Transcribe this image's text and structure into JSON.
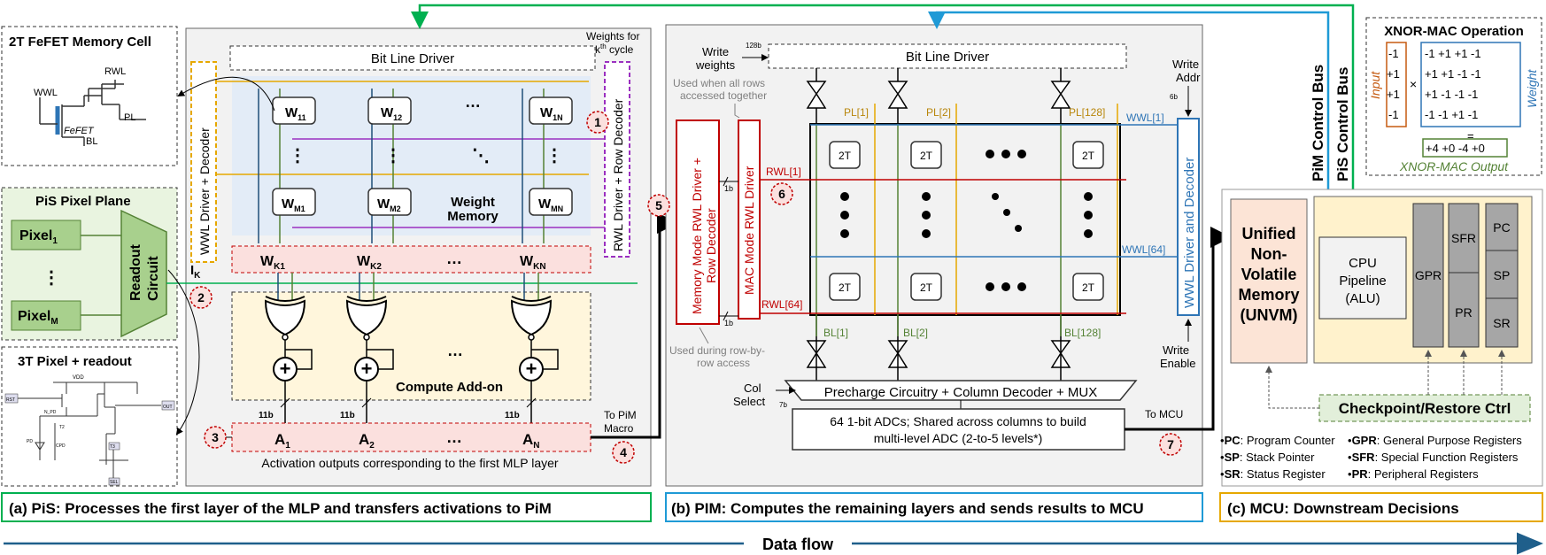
{
  "pis": {
    "fefet_title": "2T FeFET Memory Cell",
    "fefet_rwl": "RWL",
    "fefet_wwl": "WWL",
    "fefet_pl": "PL",
    "fefet_bl": "BL",
    "fefet_label": "FeFET",
    "pixel_plane_title": "PiS Pixel Plane",
    "pixel1_base": "Pixel",
    "pixel1_sub": "1",
    "pixelM_base": "Pixel",
    "pixelM_sub": "M",
    "readout_line1": "Readout",
    "readout_line2": "Circuit",
    "pixel_dots": "⋮",
    "pixel3t_title": "3T Pixel + readout",
    "px_vdd": "VDD",
    "px_rst": "RST",
    "px_npd": "N_PD",
    "px_t2": "T2",
    "px_pd": "PD",
    "px_cpd": "CPD",
    "px_out": "OUT",
    "px_t3": "T3",
    "px_sel": "SEL",
    "bit_line_driver": "Bit Line Driver",
    "weights_for_line1": "Weights for",
    "weights_for_k": "k",
    "weights_for_th": "th",
    "weights_for_rest": " cycle",
    "wwl_driver": "WWL Driver + Decoder",
    "rwl_driver": "RWL Driver + Row Decoder",
    "ik_base": "I",
    "ik_sub": "K",
    "weight_memory_line1": "Weight",
    "weight_memory_line2": "Memory",
    "w11": "W",
    "w11_sub": "11",
    "w12": "W",
    "w12_sub": "12",
    "w1n": "W",
    "w1n_sub": "1N",
    "wm1": "W",
    "wm1_sub": "M1",
    "wm2": "W",
    "wm2_sub": "M2",
    "wmn": "W",
    "wmn_sub": "MN",
    "dots_h": "…",
    "dots_v": "⋮",
    "dots_d": "⋱",
    "wk1": "W",
    "wk1_sub": "K1",
    "wk2": "W",
    "wk2_sub": "K2",
    "wkn": "W",
    "wkn_sub": "KN",
    "compute_addon": "Compute Add-on",
    "bits": "11b",
    "a1": "A",
    "a1_sub": "1",
    "a2": "A",
    "a2_sub": "2",
    "an": "A",
    "an_sub": "N",
    "to_pim_line1": "To PiM",
    "to_pim_line2": "Macro",
    "activation_caption": "Activation outputs corresponding to the first MLP layer",
    "section_label": "(a) PiS: Processes the first layer of the MLP and transfers activations to PiM"
  },
  "pim": {
    "write_weights_line1": "Write",
    "write_weights_line2": "weights",
    "bits_128": "128b",
    "bit_line_driver": "Bit Line Driver",
    "used_all_line1": "Used when all rows",
    "used_all_line2": "accessed together",
    "memory_mode": "Memory Mode RWL Driver + Row Decoder",
    "mac_mode": "MAC Mode RWL Driver",
    "bits_1b": "1b",
    "used_row_line1": "Used during row-by-",
    "used_row_line2": "row access",
    "pl1": "PL[1]",
    "pl2": "PL[2]",
    "pl128": "PL[128]",
    "wwl1": "WWL[1]",
    "wwl64": "WWL[64]",
    "rwl1": "RWL[1]",
    "rwl64": "RWL[64]",
    "bl1": "BL[1]",
    "bl2": "BL[2]",
    "bl128": "BL[128]",
    "cell": "2T",
    "write_addr_line1": "Write",
    "write_addr_line2": "Addr",
    "bits_6b": "6b",
    "wwl_driver": "WWL Driver and Decoder",
    "write_enable_line1": "Write",
    "write_enable_line2": "Enable",
    "col_select_line1": "Col",
    "col_select_line2": "Select",
    "bits_7b": "7b",
    "precharge": "Precharge Circuitry + Column Decoder + MUX",
    "adc_line1": "64 1-bit ADCs; Shared across columns to build",
    "adc_line2": "multi-level ADC (2-to-5 levels*)",
    "to_mcu": "To MCU",
    "section_label": "(b) PIM: Computes the remaining layers and sends results to MCU"
  },
  "mcu": {
    "pim_bus": "PiM Control Bus",
    "pis_bus": "PiS Control Bus",
    "xnor_title": "XNOR-MAC Operation",
    "input_label": "Input",
    "weight_label": "Weight",
    "output_label": "XNOR-MAC Output",
    "input_vec": [
      "-1",
      "+1",
      "+1",
      "-1"
    ],
    "weight_rows": [
      "-1 +1 +1 -1",
      "+1 +1 -1 -1",
      "+1 -1 -1 -1",
      "-1 -1 +1 -1"
    ],
    "times": "×",
    "equals": "=",
    "output_vec": "+4 +0 -4 +0",
    "unvm_lines": [
      "Unified",
      "Non-",
      "Volatile",
      "Memory",
      "(UNVM)"
    ],
    "cpu_lines": [
      "CPU",
      "Pipeline",
      "(ALU)"
    ],
    "gpr": "GPR",
    "sfr": "SFR",
    "pr": "PR",
    "pc": "PC",
    "sp": "SP",
    "sr": "SR",
    "checkpoint": "Checkpoint/Restore Ctrl",
    "legend": [
      {
        "abbr": "PC",
        "text": ": Program Counter"
      },
      {
        "abbr": "SP",
        "text": ": Stack Pointer"
      },
      {
        "abbr": "SR",
        "text": ": Status Register"
      },
      {
        "abbr": "GPR",
        "text": ": General Purpose Registers"
      },
      {
        "abbr": "SFR",
        "text": ": Special Function Registers"
      },
      {
        "abbr": "PR",
        "text": ": Peripheral Registers"
      }
    ],
    "bullet": "•",
    "section_label": "(c) MCU: Downstream Decisions"
  },
  "steps": [
    "1",
    "2",
    "3",
    "4",
    "5",
    "6",
    "7"
  ],
  "data_flow": "Data flow",
  "colors": {
    "green_bus": "#00b050",
    "blue_bus": "#1f9ad6",
    "red": "#c00000",
    "orange": "#e6a800",
    "purple": "#9b30c0",
    "light_green": "#d8ecc8",
    "light_blue": "#e3ecf7",
    "light_red": "#fbe0de",
    "light_yellow": "#fff6dc",
    "light_orange": "#fff2e6",
    "pim_blue": "#2e75b6",
    "dark_blue": "#1f5f8b"
  }
}
